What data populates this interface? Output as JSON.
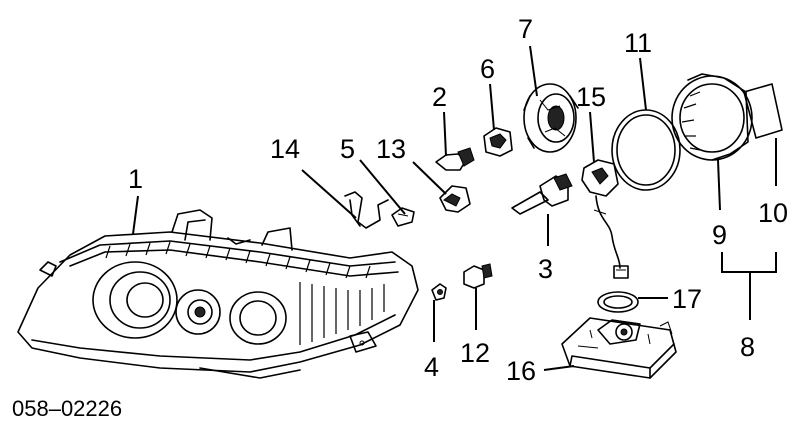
{
  "callouts": {
    "c1": "1",
    "c2": "2",
    "c3": "3",
    "c4": "4",
    "c5": "5",
    "c6": "6",
    "c7": "7",
    "c8": "8",
    "c9": "9",
    "c10": "10",
    "c11": "11",
    "c12": "12",
    "c13": "13",
    "c14": "14",
    "c15": "15",
    "c16": "16",
    "c17": "17"
  },
  "diagram_number": "058–02226"
}
